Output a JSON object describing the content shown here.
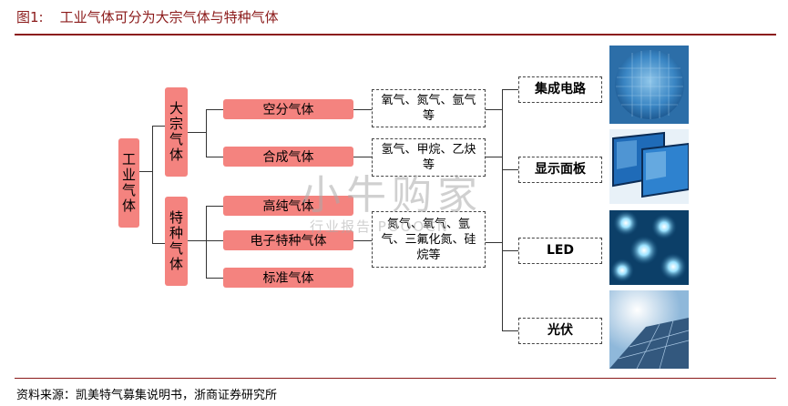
{
  "header": {
    "figure_number": "图1:",
    "title": "工业气体可分为大宗气体与特种气体"
  },
  "diagram": {
    "root": "工业气体",
    "categories": [
      {
        "label": "大宗气体",
        "items": [
          "空分气体",
          "合成气体"
        ]
      },
      {
        "label": "特种气体",
        "items": [
          "高纯气体",
          "电子特种气体",
          "标准气体"
        ]
      }
    ],
    "examples": [
      "氧气、氮气、氩气等",
      "氢气、甲烷、乙炔等",
      "氮气、氧气、氩气、三氟化氮、硅烷等"
    ],
    "applications": [
      "集成电路",
      "显示面板",
      "LED",
      "光伏"
    ]
  },
  "watermark": {
    "text": "小牛购家",
    "sub": "行业报告 POOOCN"
  },
  "footer": {
    "source": "资料来源：凯美特气募集说明书，浙商证券研究所"
  },
  "colors": {
    "accent": "#8b1a1a",
    "box_fill": "#f4837f"
  }
}
